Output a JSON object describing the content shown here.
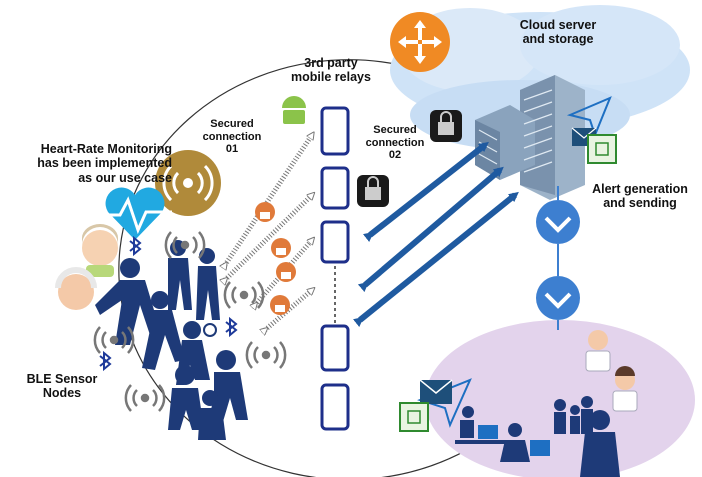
{
  "labels": {
    "heart_rate": "Heart-Rate Monitoring\nhas been implemented\nas our use case",
    "relays": "3rd party\nmobile relays",
    "secured_01": "Secured\nconnection\n01",
    "secured_02": "Secured\nconnection\n02",
    "cloud": "Cloud server\nand storage",
    "alert": "Alert generation\nand sending",
    "ble": "BLE Sensor\nNodes"
  },
  "colors": {
    "arrow_blue": "#1f5aa0",
    "cloud_blue": "#cfe3f7",
    "router_orange": "#f08a24",
    "gold": "#b08a3a",
    "lavender": "#e3d3ec",
    "chevron_blue": "#3d7fd0",
    "heart_cyan": "#21a9e1",
    "people_navy": "#1e3a78",
    "lock_orange": "#e07a3a"
  },
  "icons": {
    "router": "router-icon",
    "android": "android-icon",
    "lock": "lock-icon",
    "sensor": "sensor-broadcast-icon",
    "heart": "heart-pulse-icon",
    "server": "server-rack-icon",
    "mail": "mail-icon",
    "chip": "chip-icon",
    "bluetooth": "bluetooth-icon",
    "chevron": "chevron-down-icon",
    "doctor": "doctor-icon",
    "family": "family-icon"
  }
}
